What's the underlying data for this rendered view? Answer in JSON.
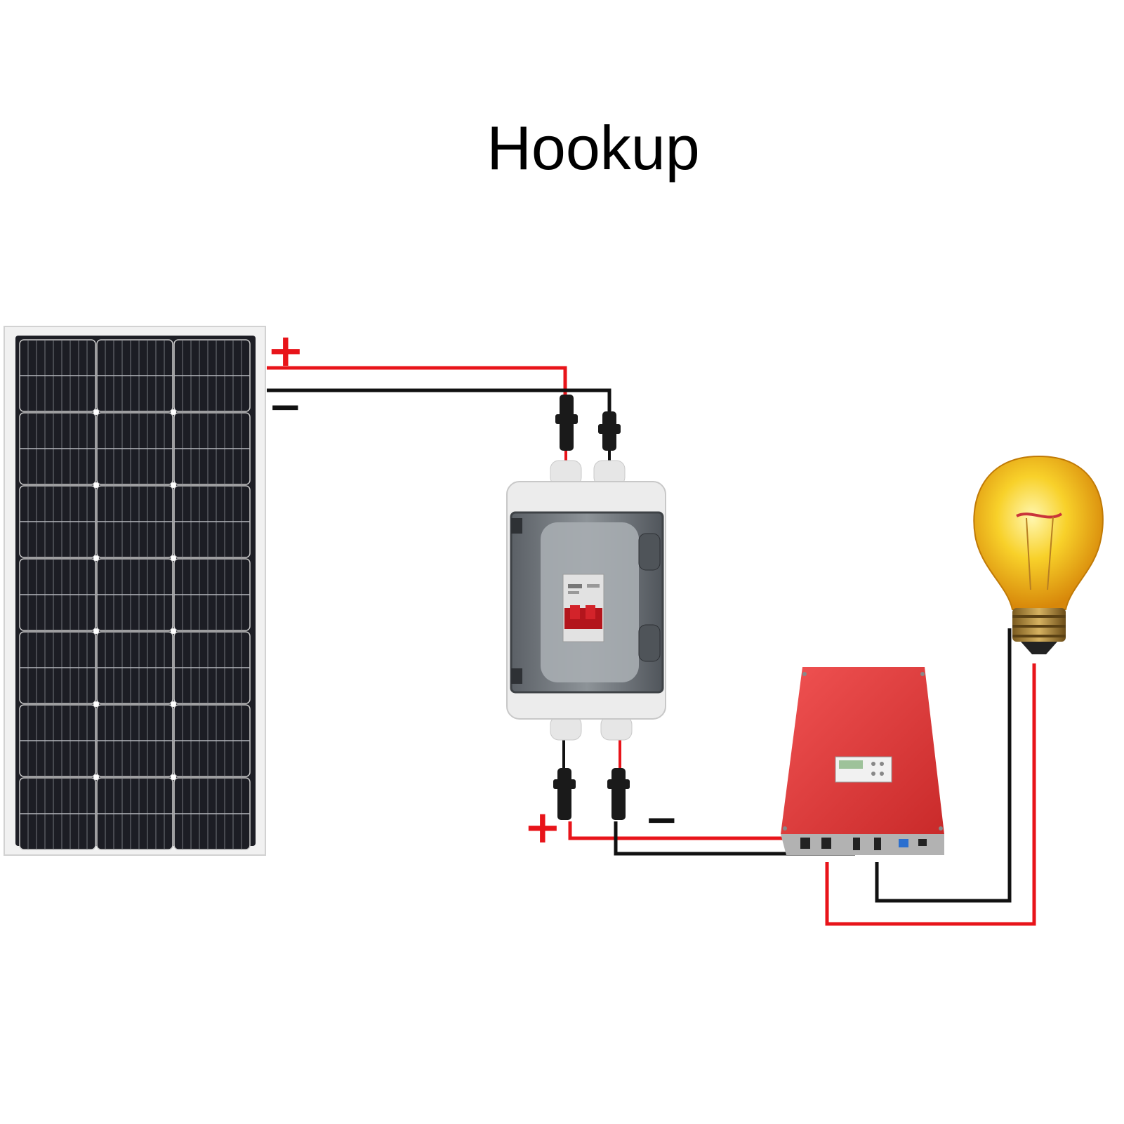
{
  "title": "Hookup",
  "labels": {
    "panel_positive": "+",
    "panel_negative": "−",
    "output_positive": "+",
    "output_negative": "−"
  },
  "colors": {
    "positive_wire": "#e8141a",
    "negative_wire": "#111111",
    "panel_cell": "#1c1d24",
    "inverter_body": "#e23b3b",
    "combiner_box": "#e9eaea",
    "breaker_handle": "#b3151c",
    "bulb_glass": "#f6c21a"
  },
  "components": [
    "solar-panel",
    "combiner-box",
    "inverter",
    "light-bulb"
  ]
}
